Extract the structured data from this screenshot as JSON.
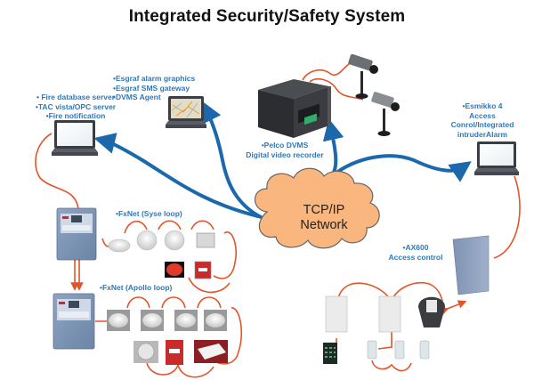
{
  "title": "Integrated Security/Safety System",
  "colors": {
    "label_blue": "#2f78b8",
    "network_link_blue": "#1b68ad",
    "wire_orange": "#e0552a",
    "cloud_fill": "#f9b67f"
  },
  "network": {
    "lines": [
      "TCP/IP",
      "Network"
    ]
  },
  "nodes": {
    "fire_server": {
      "device": "laptop",
      "lines": [
        "• Fire database  server",
        "•TAC vista/OPC server",
        "•Fire notification"
      ]
    },
    "esgraf_workstation": {
      "device": "laptop-with-map",
      "lines": [
        "•Esgraf alarm graphics",
        "•Esgraf SMS gateway",
        "•DVMS Agent"
      ]
    },
    "dvr": {
      "device": "rack-recorder",
      "lines": [
        "•Pelco DVMS",
        "Digital video  recorder"
      ]
    },
    "cameras": {
      "device": "cctv-camera",
      "count": 2
    },
    "access_workstation": {
      "device": "laptop",
      "lines": [
        "•Esmikko 4",
        "Access",
        "Conrol/Integrated",
        "intruderAlarm"
      ]
    },
    "ax600": {
      "device": "access-control-cabinet",
      "lines": [
        "•AX600",
        "Access control"
      ]
    }
  },
  "loops": {
    "syse": {
      "label": "•FxNet (Syse loop)",
      "devices": [
        "smoke-detector",
        "smoke-detector",
        "smoke-detector",
        "interface-module",
        "sounder-beacon",
        "manual-call-point"
      ]
    },
    "apollo": {
      "label": "•FxNet (Apollo loop)",
      "devices": [
        "smoke-detector",
        "smoke-detector",
        "smoke-detector",
        "smoke-detector",
        "heat-detector",
        "manual-call-point",
        "interface-module"
      ]
    }
  },
  "access_field": {
    "devices": [
      "door-controller",
      "door-controller",
      "card-reader",
      "keypad",
      "door-contact",
      "door-contact",
      "door-contact"
    ]
  }
}
